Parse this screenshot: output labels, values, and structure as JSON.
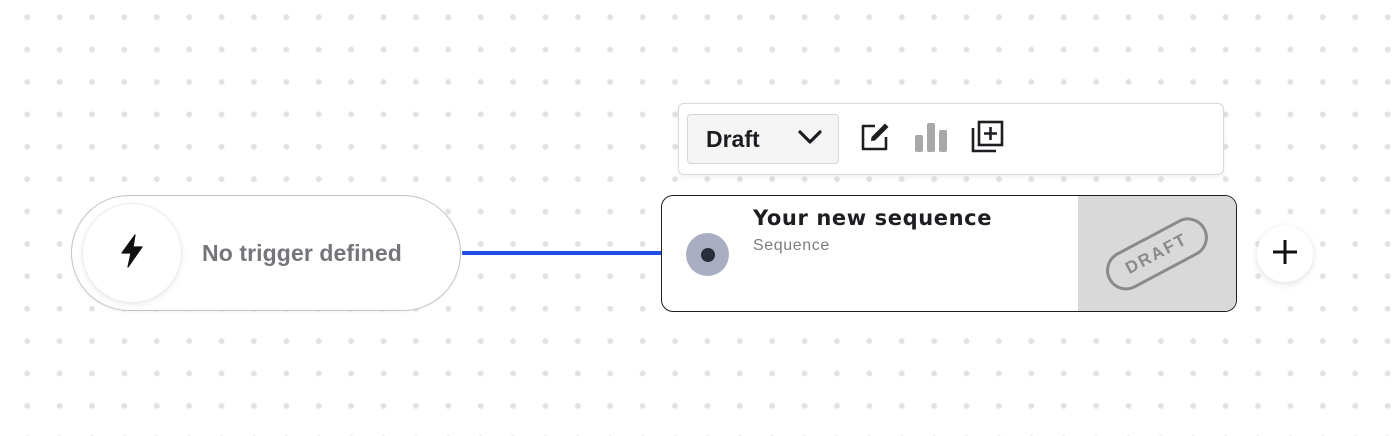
{
  "canvas": {
    "background": "#ffffff",
    "dot_color": "#e2e2e4"
  },
  "trigger_node": {
    "icon": "lightning-bolt-icon",
    "label": "No trigger defined"
  },
  "connector": {
    "color": "#1f4fe8"
  },
  "toolbar": {
    "status_select": {
      "value": "Draft",
      "icon": "chevron-down-icon"
    },
    "buttons": [
      {
        "name": "edit",
        "icon": "edit-icon"
      },
      {
        "name": "analytics",
        "icon": "bar-chart-icon",
        "disabled": true
      },
      {
        "name": "duplicate",
        "icon": "duplicate-icon"
      }
    ]
  },
  "sequence_node": {
    "title": "Your new sequence",
    "subtitle": "Sequence",
    "status_icon": "status-dot-icon",
    "stamp": "DRAFT"
  },
  "add_step": {
    "icon": "plus-icon"
  }
}
